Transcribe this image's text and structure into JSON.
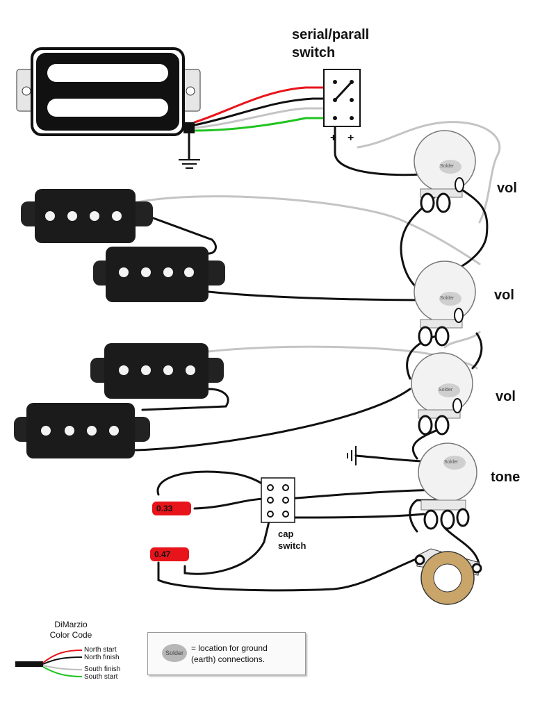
{
  "labels": {
    "switch_title_line1": "serial/parall",
    "switch_title_line2": "switch",
    "plus_left": "+",
    "plus_right": "+",
    "vol_1": "vol",
    "vol_2": "vol",
    "vol_3": "vol",
    "tone": "tone",
    "cap_switch_line1": "cap",
    "cap_switch_line2": "switch",
    "cap_033": "0.33",
    "cap_047": "0.47",
    "solder_tag": "Solder"
  },
  "color_code_legend": {
    "title_line1": "DiMarzio",
    "title_line2": "Color Code",
    "entries": [
      {
        "label": "North start",
        "color": "#e8141b"
      },
      {
        "label": "North finish",
        "color": "#111111"
      },
      {
        "label": "South finish",
        "color": "#bdbdbd"
      },
      {
        "label": "South start",
        "color": "#1fc41f"
      }
    ]
  },
  "solder_legend": {
    "blob_label": "Solder",
    "description_line1": "= location for ground",
    "description_line2": "(earth) connections."
  },
  "colors": {
    "wire_black": "#111111",
    "wire_gray": "#c4c4c4",
    "wire_red": "#e8141b",
    "wire_green": "#1fc41f",
    "cap_red": "#e8141b",
    "pot_body": "#f2f2f2",
    "pickup_body": "#1b1b1b",
    "jack_ring": "#c9a56a"
  }
}
